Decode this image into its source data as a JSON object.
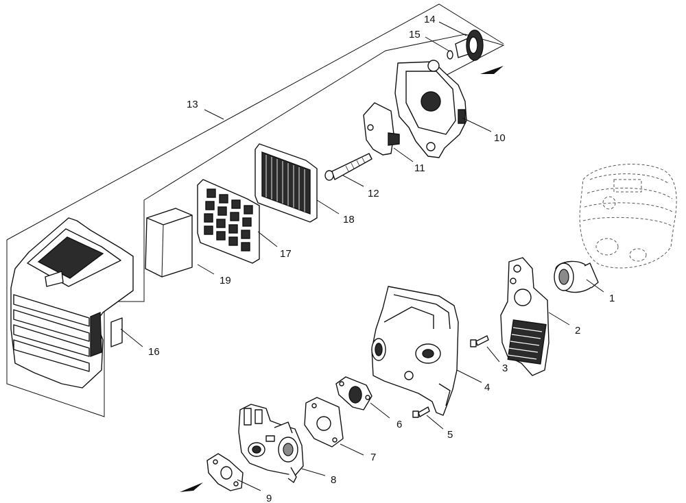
{
  "labels": {
    "p1": "1",
    "p2": "2",
    "p3": "3",
    "p4": "4",
    "p5": "5",
    "p6": "6",
    "p7": "7",
    "p8": "8",
    "p9": "9",
    "p10": "10",
    "p11": "11",
    "p12": "12",
    "p13": "13",
    "p14": "14",
    "p15": "15",
    "p16": "16",
    "p17": "17",
    "p18": "18",
    "p19": "19"
  },
  "icons": {
    "arrows": [
      "direction-arrow-icon",
      "direction-arrow-icon"
    ]
  },
  "colors": {
    "line": "#111111",
    "background": "#ffffff",
    "shade": "#2b2b2b"
  }
}
